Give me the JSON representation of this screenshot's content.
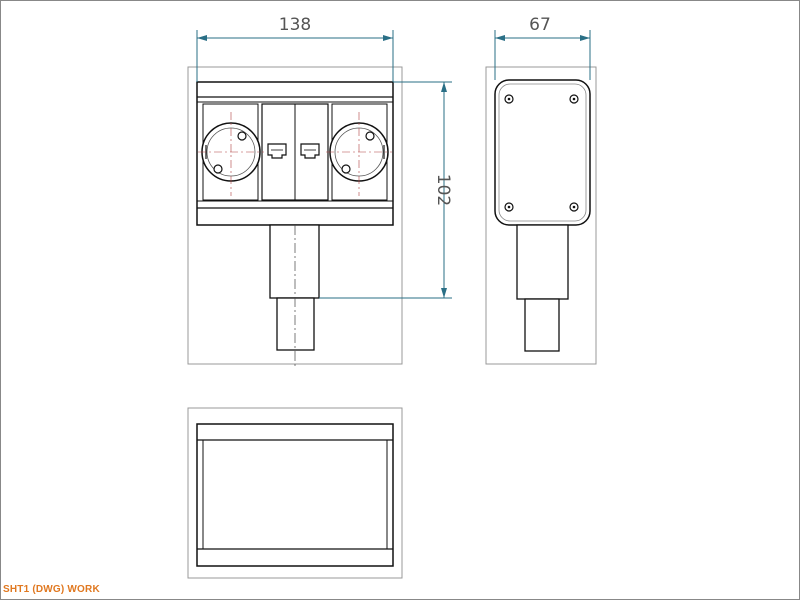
{
  "drawing": {
    "dim_width": "138",
    "dim_depth": "67",
    "dim_height": "102",
    "sheet_label": "SHT1 (DWG) WORK"
  },
  "colors": {
    "border": "#888888",
    "line": "#111111",
    "dimension": "#2a6f86",
    "centerline": "#b04040",
    "sheet_label": "#e07820"
  }
}
